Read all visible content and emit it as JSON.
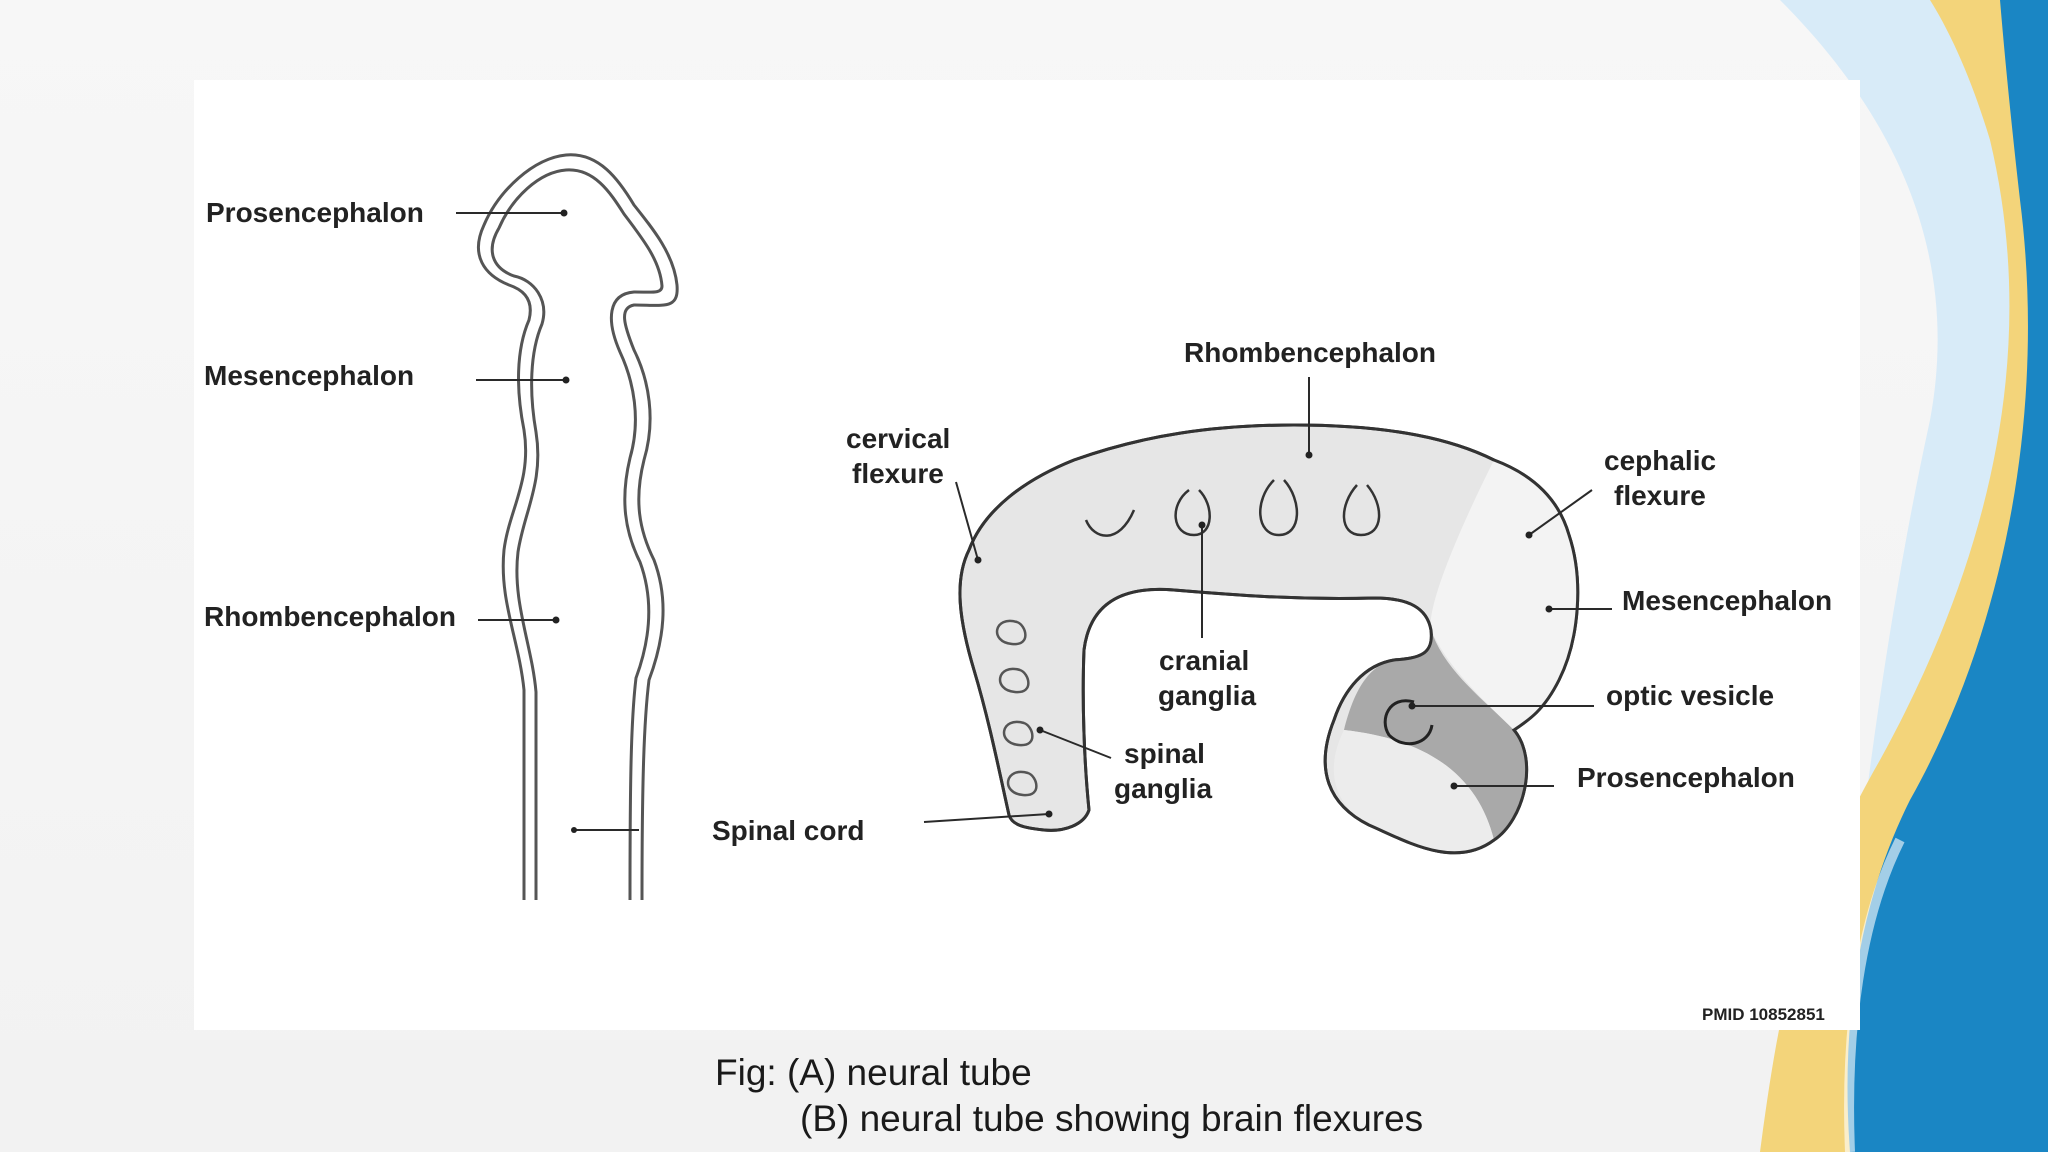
{
  "figure": {
    "panel_a_labels": {
      "prosencephalon": "Prosencephalon",
      "mesencephalon": "Mesencephalon",
      "rhombencephalon": "Rhombencephalon"
    },
    "panel_b_labels": {
      "spinal_cord": "Spinal cord",
      "rhombencephalon": "Rhombencephalon",
      "cervical_flexure_line1": "cervical",
      "cervical_flexure_line2": "flexure",
      "cephalic_flexure_line1": "cephalic",
      "cephalic_flexure_line2": "flexure",
      "mesencephalon": "Mesencephalon",
      "cranial_ganglia_line1": "cranial",
      "cranial_ganglia_line2": "ganglia",
      "optic_vesicle": "optic vesicle",
      "spinal_ganglia_line1": "spinal",
      "spinal_ganglia_line2": "ganglia",
      "prosencephalon": "Prosencephalon"
    },
    "source_id": "PMID 10852851"
  },
  "caption": {
    "line1": "Fig: (A) neural tube",
    "line2": "(B) neural tube showing brain flexures"
  },
  "colors": {
    "background": "#f4f4f4",
    "panel": "#ffffff",
    "tube_fill_light": "#e6e6e6",
    "tube_fill_mid": "#cfcfcf",
    "tube_fill_dark": "#a9a9a9",
    "accent_yellow": "#f3d47a",
    "accent_blue": "#1a86c4",
    "accent_light_blue": "#cfe6f6"
  }
}
